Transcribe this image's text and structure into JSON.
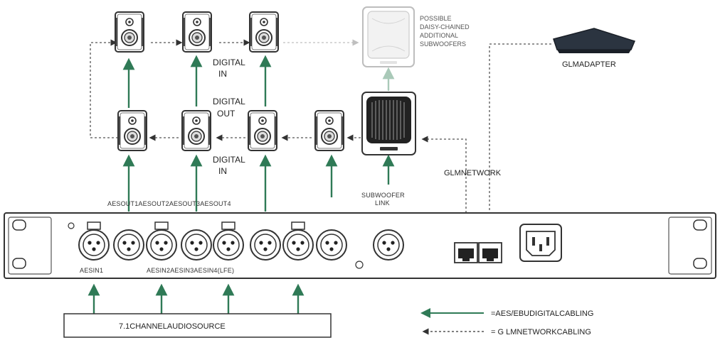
{
  "colors": {
    "aes_green": "#2f7a56",
    "network_dash": "#555555",
    "outline": "#333333",
    "faded": "#b9b9b9"
  },
  "labels": {
    "digital_in_top": [
      "DIGITAL",
      "IN"
    ],
    "digital_out": [
      "DIGITAL",
      "OUT"
    ],
    "digital_in_bottom": [
      "DIGITAL",
      "IN"
    ],
    "possible_subs": [
      "POSSIBLE",
      "DAISY-CHAINED",
      "ADDITIONAL",
      "SUBWOOFERS"
    ],
    "glm_adapter": "GLMADAPTER",
    "glm_network": "GLMNETWORK",
    "aes_out": "AESOUT1AESOUT2AESOUT3AESOUT4",
    "subwoofer_link": [
      "SUBWOOFER",
      "LINK"
    ],
    "aes_in1": "AESIN1",
    "aes_in_rest": "AESIN2AESIN3AESIN4(LFE)",
    "audio_source": "7.1CHANNELAUDIOSOURCE"
  },
  "legend": {
    "aes": "=AES/EBUDIGITALCABLING",
    "glm": "= G LMNETWORKCABLING"
  },
  "icons": {
    "speaker": "studio-monitor-icon",
    "subwoofer": "subwoofer-icon",
    "adapter": "glm-adapter-icon",
    "xlr": "xlr-connector-icon",
    "rj45": "rj45-port-icon",
    "power": "iec-power-inlet-icon"
  }
}
